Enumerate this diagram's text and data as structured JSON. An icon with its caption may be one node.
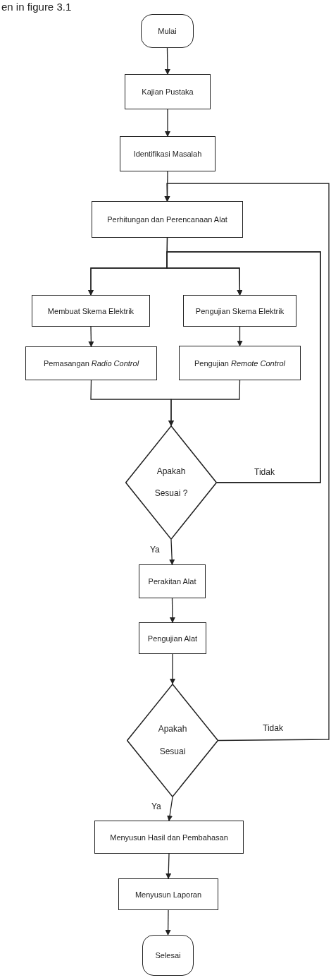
{
  "diagram": {
    "nodes": [
      {
        "text": [
          "Mulai"
        ]
      },
      {
        "text": [
          "Kajian Pustaka"
        ]
      },
      {
        "text": [
          "Identifikasi Masalah"
        ]
      },
      {
        "text": [
          "Perhitungan dan Perencanaan Alat"
        ]
      },
      {
        "text": [
          "Membuat Skema Elektrik"
        ]
      },
      {
        "text": [
          "Pengujian Skema Elektrik"
        ]
      },
      {
        "text": [
          "Pemasangan *Radio Control*"
        ]
      },
      {
        "text": [
          "Pengujian *Remote Control*"
        ]
      },
      {
        "text": [
          "Apakah Sesuai ?"
        ]
      },
      {
        "text": [
          "Perakitan Alat"
        ]
      },
      {
        "text": [
          "Pengujian Alat"
        ]
      },
      {
        "text": [
          "Apakah Sesuai"
        ]
      },
      {
        "text": [
          "Menyusun Hasil dan Pembahasan"
        ]
      },
      {
        "text": [
          "Menyusun Laporan"
        ]
      },
      {
        "text": [
          "Selesai"
        ]
      }
    ],
    "edges": [
      {
        "from": 0,
        "to": 1,
        "arrow": "to"
      },
      {
        "from": 1,
        "to": 2,
        "arrow": "to"
      },
      {
        "from": 2,
        "to": 3,
        "arrow": "to"
      },
      {
        "from": 3,
        "to": 4,
        "arrow": "to"
      },
      {
        "from": 3,
        "to": 5,
        "arrow": "to"
      },
      {
        "from": 4,
        "to": 6,
        "arrow": "to"
      },
      {
        "from": 5,
        "to": 7,
        "arrow": "to"
      },
      {
        "from": 6,
        "to": 8,
        "arrow": "to"
      },
      {
        "from": 7,
        "to": 8,
        "arrow": "to"
      },
      {
        "from": 8,
        "to": 9,
        "arrow": "to",
        "label": "Ya"
      },
      {
        "from": 8,
        "to": 4,
        "arrow": "to",
        "label": "Tidak"
      },
      {
        "from": 8,
        "to": 5,
        "arrow": "to"
      },
      {
        "from": 9,
        "to": 10,
        "arrow": "to"
      },
      {
        "from": 10,
        "to": 11,
        "arrow": "to"
      },
      {
        "from": 11,
        "to": 12,
        "arrow": "to",
        "label": "Ya"
      },
      {
        "from": 11,
        "to": 3,
        "arrow": "to",
        "label": "Tidak"
      },
      {
        "from": 12,
        "to": 13,
        "arrow": "to"
      },
      {
        "from": 13,
        "to": 14,
        "arrow": "to"
      }
    ],
    "labels": [
      "en in figure 3.1"
    ]
  }
}
